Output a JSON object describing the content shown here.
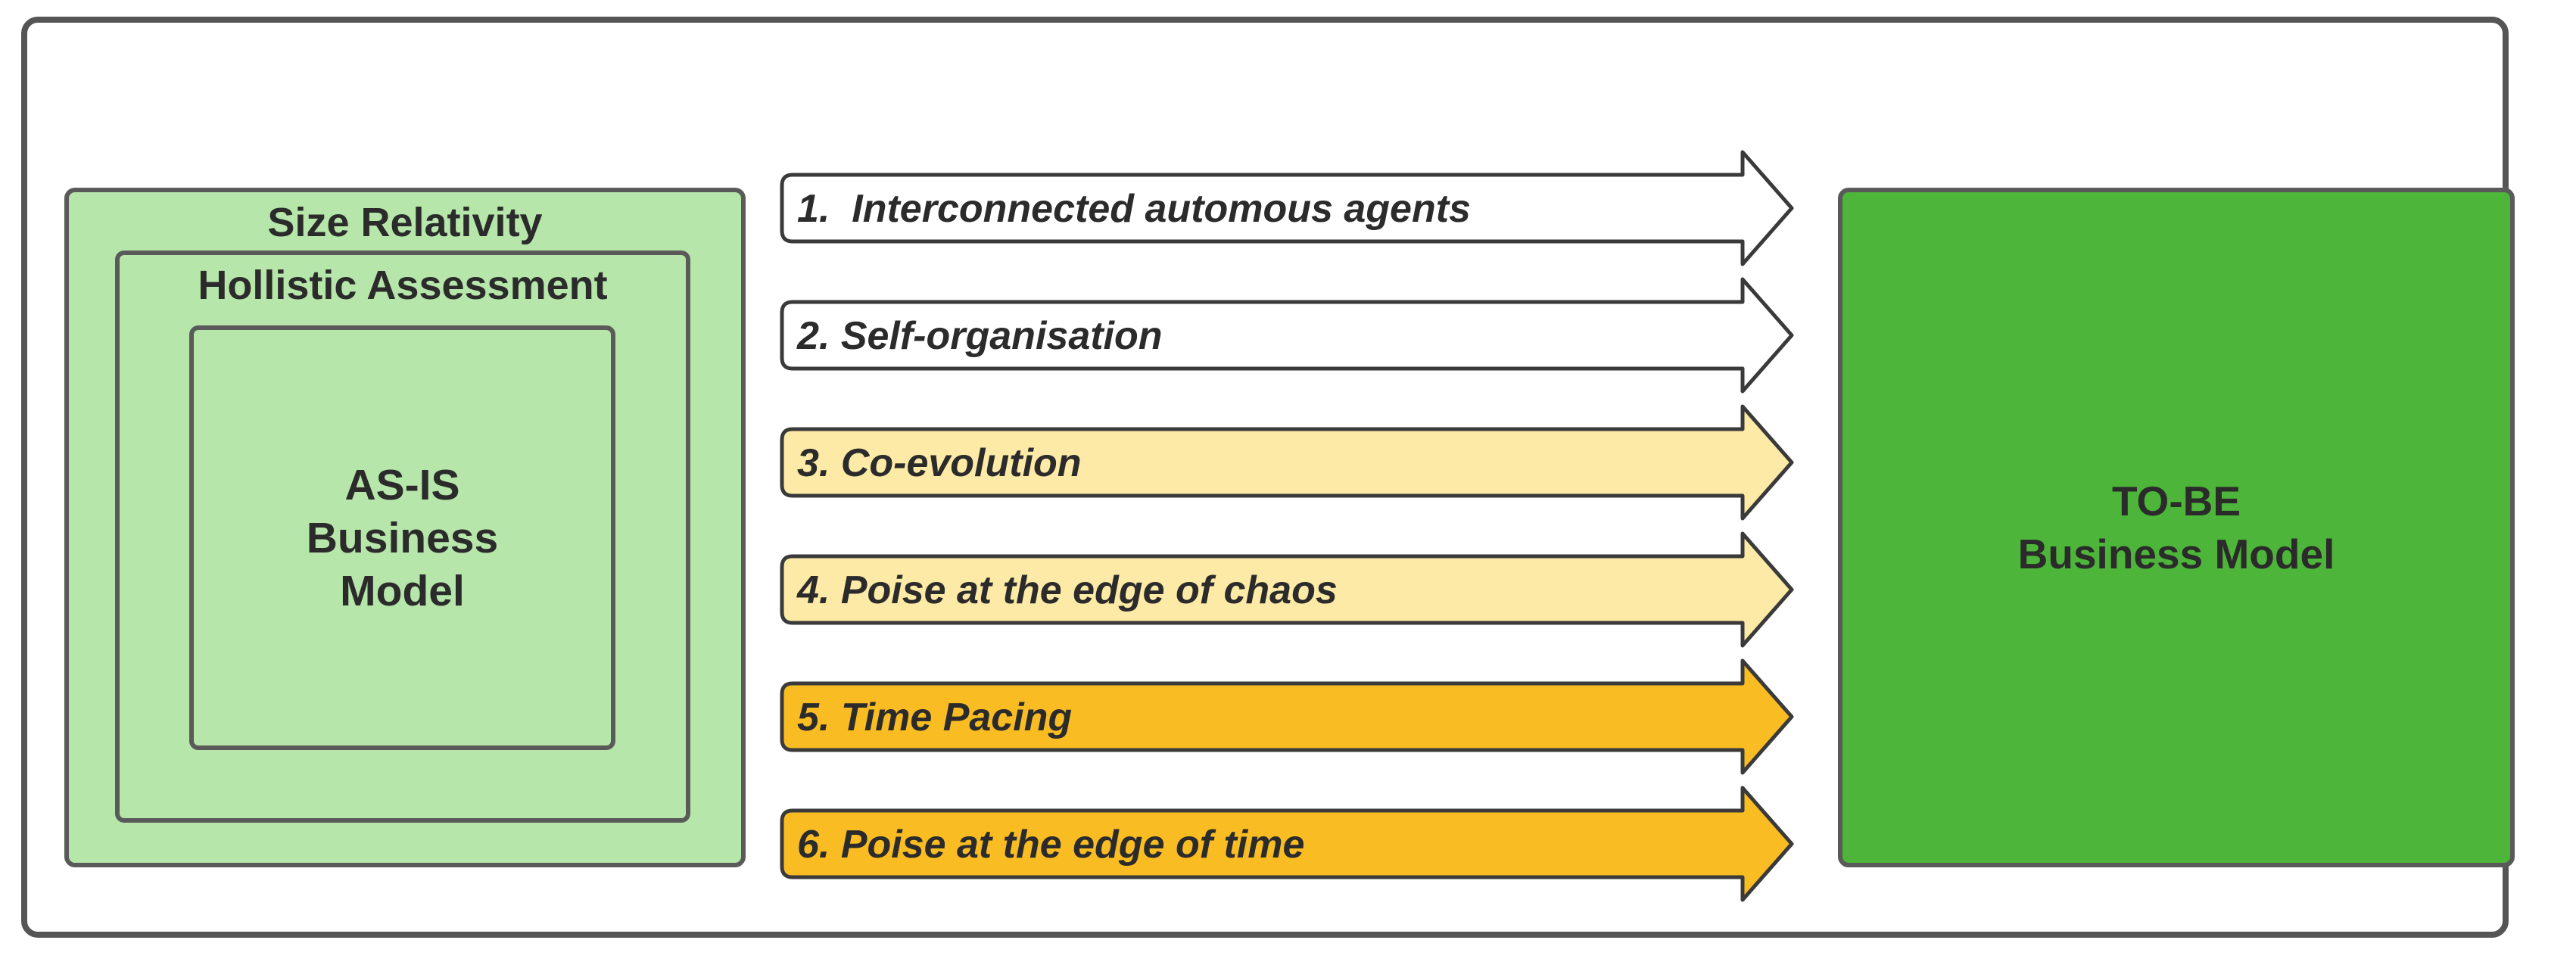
{
  "left_stack": {
    "outer_title": "Size Relativity",
    "middle_title": "Hollistic Assessment",
    "inner_lines": [
      "AS-IS",
      "Business",
      "Model"
    ]
  },
  "right_box": {
    "lines": [
      "TO-BE",
      "Business Model"
    ]
  },
  "arrows": [
    {
      "label": "1.  Interconnected automous agents",
      "fill": "#ffffff"
    },
    {
      "label": "2. Self-organisation",
      "fill": "#ffffff"
    },
    {
      "label": "3. Co-evolution",
      "fill": "#fdeaa6"
    },
    {
      "label": "4. Poise at the edge of chaos",
      "fill": "#fdeaa6"
    },
    {
      "label": "5. Time Pacing",
      "fill": "#f9bd23"
    },
    {
      "label": "6. Poise at the edge of time",
      "fill": "#f9bd23"
    }
  ],
  "colors": {
    "light_green": "#b6e6aa",
    "dark_green": "#4db539",
    "border": "#555555"
  }
}
